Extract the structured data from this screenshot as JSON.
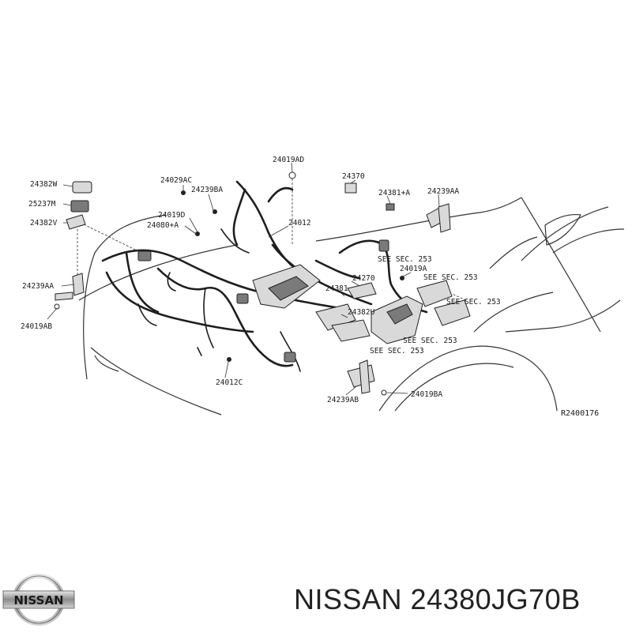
{
  "labels": {
    "l24382W": "24382W",
    "l25237M": "25237M",
    "l24382V": "24382V",
    "l24239AA_left": "24239AA",
    "l24019AB": "24019AB",
    "l24029AC": "24029AC",
    "l24239BA": "24239BA",
    "l24019D": "24019D",
    "l24080A": "24080+A",
    "l24019AD": "24019AD",
    "l24370": "24370",
    "l24381A": "24381+A",
    "l24239AA_right": "24239AA",
    "l24012": "24012",
    "see253_a": "SEE SEC. 253",
    "l24019A": "24019A",
    "see253_b": "SEE SEC. 253",
    "l24270": "24270",
    "see253_c": "SEE SEC. 253",
    "l24381": "24381",
    "l24382U": "24382U",
    "see253_d": "SEE SEC. 253",
    "see253_e": "SEE SEC. 253",
    "l24012C": "24012C",
    "l24239AB": "24239AB",
    "l24019BA": "24019BA",
    "ref": "R2400176"
  },
  "logo_text": "NISSAN",
  "caption": "NISSAN 24380JG70B"
}
